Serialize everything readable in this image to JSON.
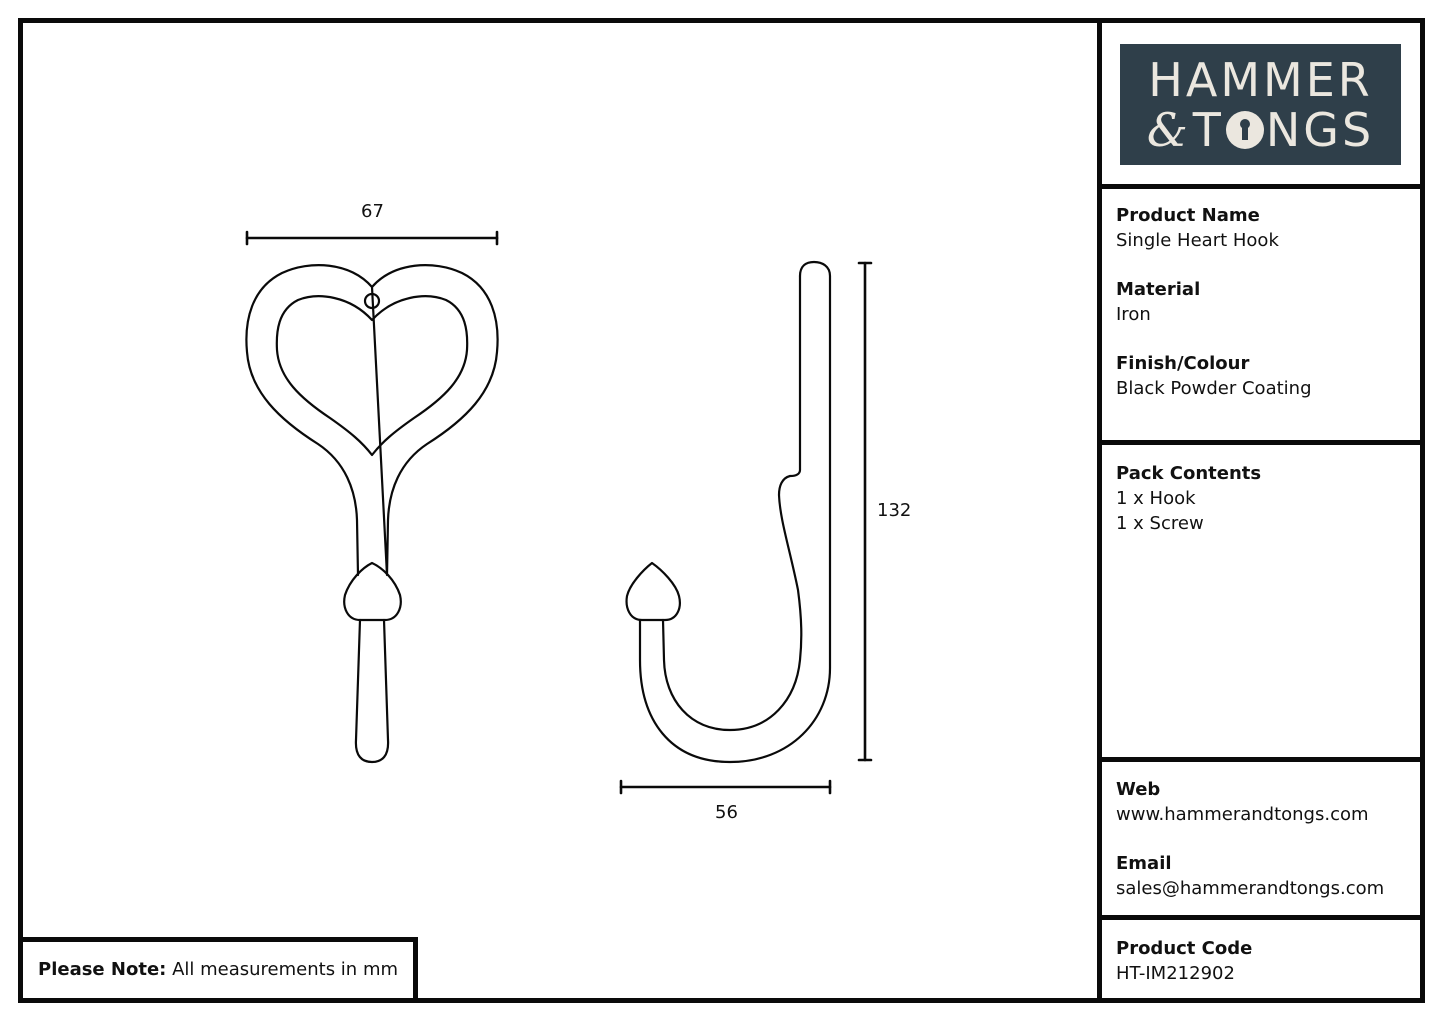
{
  "logo": {
    "line1": "HAMMER",
    "ampersand": "&",
    "line2_t": "T",
    "line2_rest": "NGS",
    "colors": {
      "background": "#2f3f4a",
      "text": "#ebe7df"
    }
  },
  "product": {
    "name_label": "Product Name",
    "name_value": "Single Heart Hook",
    "material_label": "Material",
    "material_value": "Iron",
    "finish_label": "Finish/Colour",
    "finish_value": "Black Powder Coating"
  },
  "pack": {
    "label": "Pack Contents",
    "items": [
      "1 x Hook",
      "1 x Screw"
    ]
  },
  "contact": {
    "web_label": "Web",
    "web_value": "www.hammerandtongs.com",
    "email_label": "Email",
    "email_value": "sales@hammerandtongs.com"
  },
  "code": {
    "label": "Product Code",
    "value": "HT-IM212902"
  },
  "note": {
    "label": "Please Note:",
    "text": "All measurements in mm"
  },
  "dimensions": {
    "front_width": "67",
    "side_height": "132",
    "side_depth": "56"
  },
  "colors": {
    "line": "#0a0a0a",
    "background": "#ffffff"
  }
}
